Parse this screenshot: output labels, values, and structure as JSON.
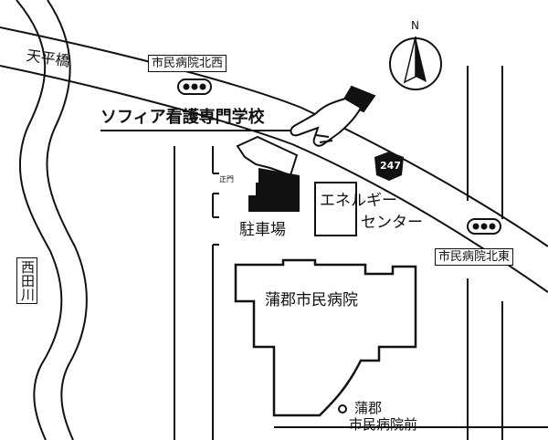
{
  "map": {
    "bridge": "天平橋",
    "signal_nw": "市民病院北西",
    "signal_ne": "市民病院北東",
    "school": "ソフィア看護専門学校",
    "route_number": "247",
    "energy_center_line1": "エネルギー",
    "energy_center_line2": "センター",
    "parking": "駐車場",
    "main_gate": "正門",
    "hospital": "蒲郡市民病院",
    "stop_line1": "蒲郡",
    "stop_line2": "市民病院前",
    "river": "西田川",
    "north": "N"
  },
  "colors": {
    "ink": "#111111",
    "paper": "#ffffff"
  },
  "icons": {
    "traffic_signal": "traffic-signal-icon",
    "pointing_hand": "pointing-hand-icon",
    "north_arrow": "north-arrow-icon",
    "bus_stop": "bus-stop-icon",
    "route_shield": "route-shield-icon"
  }
}
